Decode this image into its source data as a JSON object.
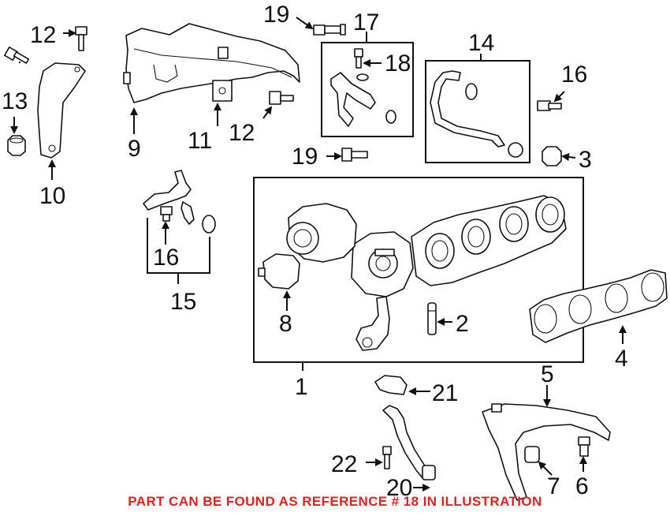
{
  "callouts": {
    "c1": "1",
    "c2": "2",
    "c3": "3",
    "c4": "4",
    "c5": "5",
    "c6": "6",
    "c7": "7",
    "c8": "8",
    "c9": "9",
    "c10": "10",
    "c11": "11",
    "c12a": "12",
    "c12b": "12",
    "c13": "13",
    "c14": "14",
    "c15": "15",
    "c16a": "16",
    "c16b": "16",
    "c17": "17",
    "c18": "18",
    "c19a": "19",
    "c19b": "19",
    "c20": "20",
    "c21": "21",
    "c22": "22"
  },
  "footer_note": "PART CAN BE FOUND AS REFERENCE # 18 IN ILLUSTRATION",
  "colors": {
    "note": "#e02020",
    "ink": "#111111",
    "background": "#ffffff"
  }
}
